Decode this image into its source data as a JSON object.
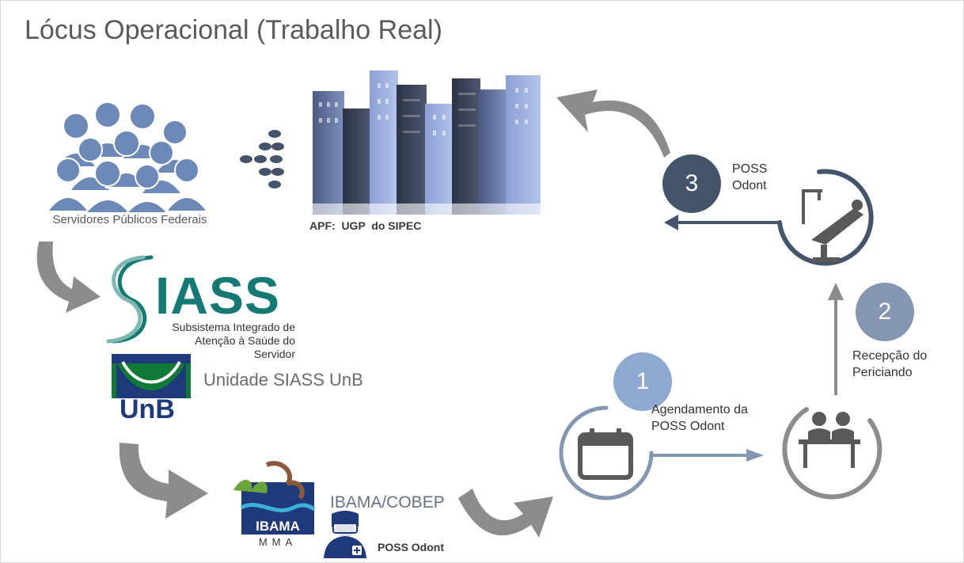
{
  "title": "Lócus Operacional (Trabalho Real)",
  "servidores_label": "Servidores Públicos Federais",
  "apf_label": "APF:  UGP  do SIPEC",
  "siass": {
    "logo_text": "IASS",
    "subtitle_line1": "Subsistema Integrado de",
    "subtitle_line2": "Atenção à Saúde do Servidor"
  },
  "unb": {
    "logo_text": "UnB",
    "unit_label": "Unidade SIASS UnB"
  },
  "ibama": {
    "logo_text": "IBAMA",
    "logo_subtext": "MMA",
    "label": "IBAMA/COBEP",
    "poss_label": "POSS Odont"
  },
  "steps": [
    {
      "number": "1",
      "text_line1": "Agendamento da",
      "text_line2": "POSS Odont",
      "color": "#8ea9d0",
      "icon": "calendar-icon"
    },
    {
      "number": "2",
      "text_line1": "Recepção do",
      "text_line2": "Periciando",
      "color": "#8496b0",
      "icon": "reception-desk-icon"
    },
    {
      "number": "3",
      "text_line1": "POSS",
      "text_line2": "Odont",
      "color": "#44546a",
      "icon": "dental-chair-icon"
    }
  ],
  "colors": {
    "siass_green": "#157a73",
    "unb_green": "#0f7a37",
    "unb_blue": "#1f3a7a",
    "arrow_gray": "#8c8c8c",
    "people_blue": "#6d89b8"
  }
}
